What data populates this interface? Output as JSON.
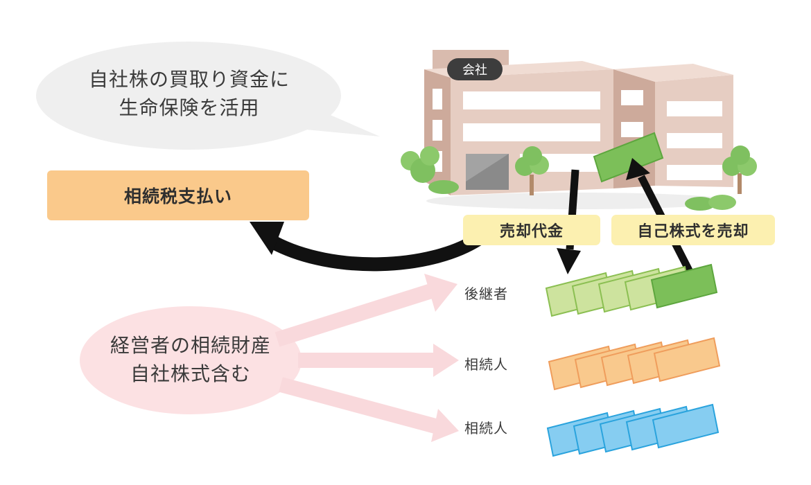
{
  "speech_bubble": {
    "line1": "自社株の買取り資金に",
    "line2": "生命保険を活用"
  },
  "tax_payment_box": {
    "label": "相続税支払い"
  },
  "company": {
    "label": "会社"
  },
  "sale_proceeds_tag": {
    "label": "売却代金"
  },
  "sell_shares_tag": {
    "label": "自己株式を売却"
  },
  "estate_bubble": {
    "line1": "経営者の相続財産",
    "line2": "自社株式含む"
  },
  "heirs": [
    {
      "label": "後継者",
      "card_fill": "#cde39e",
      "card_stroke": "#8bbf52"
    },
    {
      "label": "相続人",
      "card_fill": "#f9c98d",
      "card_stroke": "#ef9d5c"
    },
    {
      "label": "相続人",
      "card_fill": "#86cdf1",
      "card_stroke": "#2aa3dd"
    }
  ],
  "colors": {
    "speech_bubble": "#efefef",
    "estate_bubble": "#fce1e3",
    "pink_arrows": "#f9d9dc",
    "tax_box": "#fac98b",
    "yellow_tags": "#fcf0b0",
    "sold_share": "#7cbf59",
    "building_wall": "#e6cdc2",
    "building_shadow": "#cdaa9b",
    "tree": "#7fc060"
  }
}
